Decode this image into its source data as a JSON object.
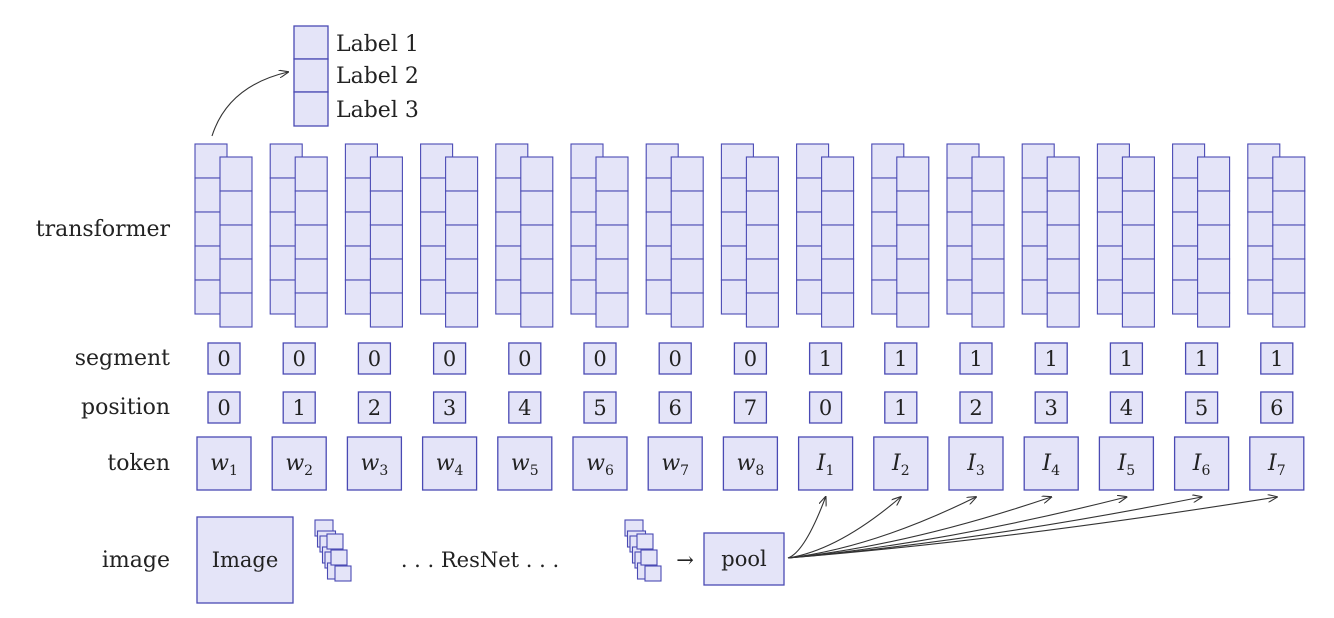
{
  "row_labels": {
    "transformer": "transformer",
    "segment": "segment",
    "position": "position",
    "token": "token",
    "image": "image"
  },
  "output_labels": [
    "Label 1",
    "Label 2",
    "Label 3"
  ],
  "columns": [
    {
      "token_base": "w",
      "token_sub": "1",
      "segment": "0",
      "position": "0"
    },
    {
      "token_base": "w",
      "token_sub": "2",
      "segment": "0",
      "position": "1"
    },
    {
      "token_base": "w",
      "token_sub": "3",
      "segment": "0",
      "position": "2"
    },
    {
      "token_base": "w",
      "token_sub": "4",
      "segment": "0",
      "position": "3"
    },
    {
      "token_base": "w",
      "token_sub": "5",
      "segment": "0",
      "position": "4"
    },
    {
      "token_base": "w",
      "token_sub": "6",
      "segment": "0",
      "position": "5"
    },
    {
      "token_base": "w",
      "token_sub": "7",
      "segment": "0",
      "position": "6"
    },
    {
      "token_base": "w",
      "token_sub": "8",
      "segment": "0",
      "position": "7"
    },
    {
      "token_base": "I",
      "token_sub": "1",
      "segment": "1",
      "position": "0"
    },
    {
      "token_base": "I",
      "token_sub": "2",
      "segment": "1",
      "position": "1"
    },
    {
      "token_base": "I",
      "token_sub": "3",
      "segment": "1",
      "position": "2"
    },
    {
      "token_base": "I",
      "token_sub": "4",
      "segment": "1",
      "position": "3"
    },
    {
      "token_base": "I",
      "token_sub": "5",
      "segment": "1",
      "position": "4"
    },
    {
      "token_base": "I",
      "token_sub": "6",
      "segment": "1",
      "position": "5"
    },
    {
      "token_base": "I",
      "token_sub": "7",
      "segment": "1",
      "position": "6"
    }
  ],
  "image_row": {
    "image_label": "Image",
    "resnet_label": ". . . ResNet . . .",
    "arrow_glyph": "→",
    "pool_label": "pool"
  },
  "colors": {
    "box_fill": "#e4e4f8",
    "box_stroke": "#4a4ab4",
    "arrow": "#333333"
  }
}
